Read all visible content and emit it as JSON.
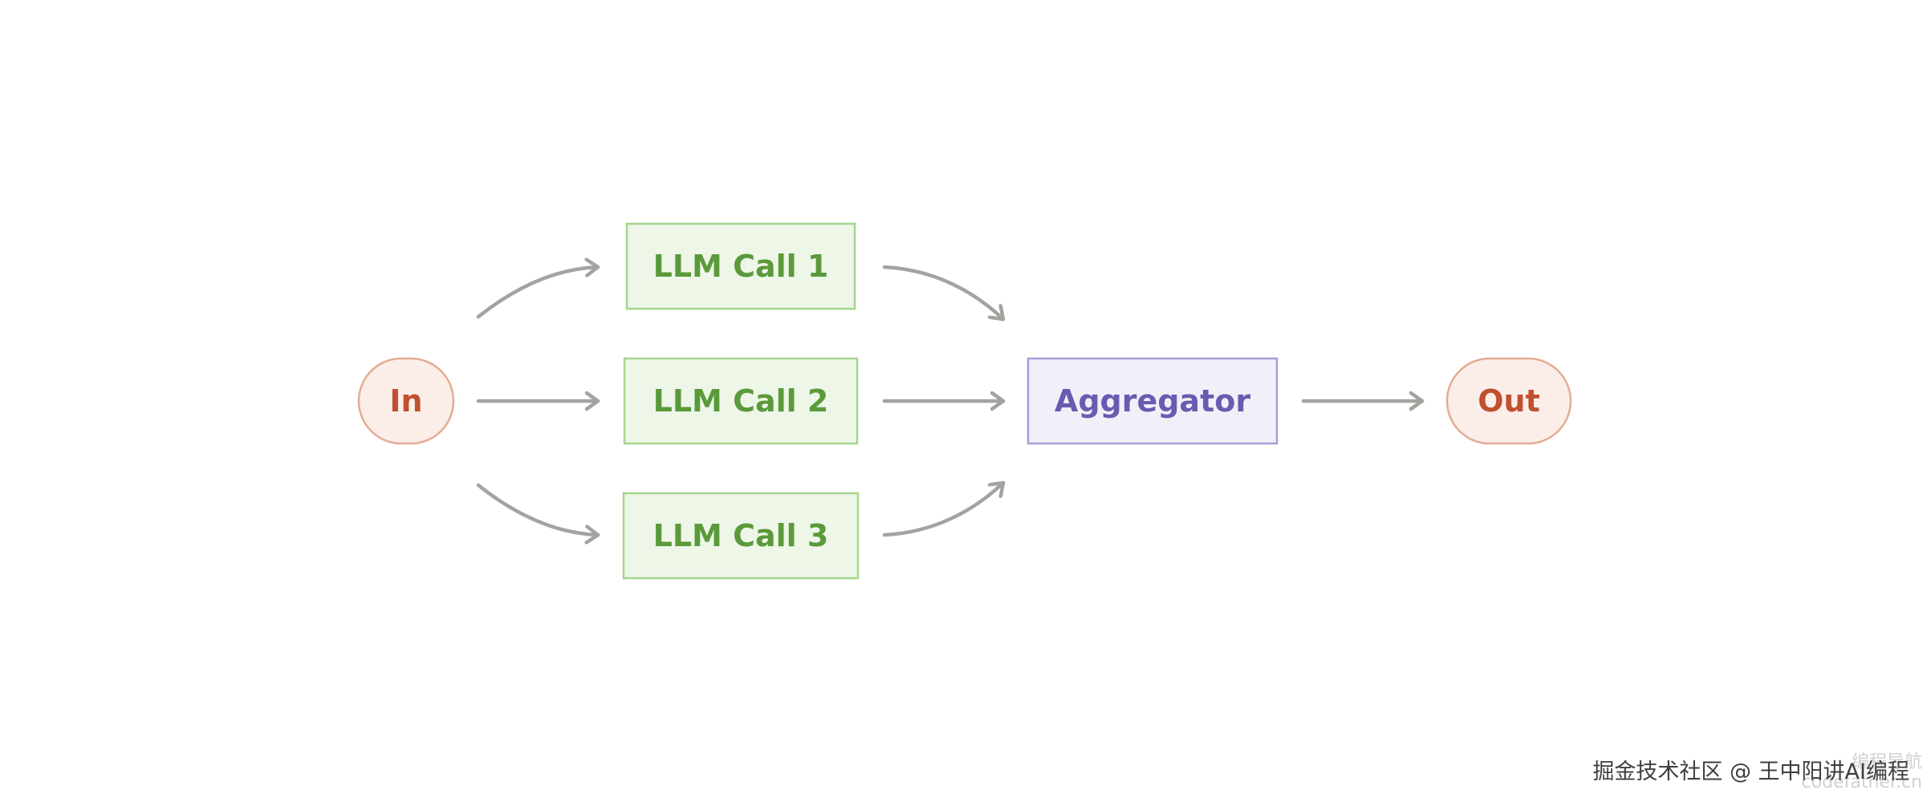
{
  "nodes": {
    "input": {
      "label": "In"
    },
    "llm_call_1": {
      "label": "LLM Call 1"
    },
    "llm_call_2": {
      "label": "LLM Call 2"
    },
    "llm_call_3": {
      "label": "LLM Call 3"
    },
    "aggregator": {
      "label": "Aggregator"
    },
    "output": {
      "label": "Out"
    }
  },
  "edges": [
    {
      "from": "In",
      "to": "LLM Call 1"
    },
    {
      "from": "In",
      "to": "LLM Call 2"
    },
    {
      "from": "In",
      "to": "LLM Call 3"
    },
    {
      "from": "LLM Call 1",
      "to": "Aggregator"
    },
    {
      "from": "LLM Call 2",
      "to": "Aggregator"
    },
    {
      "from": "LLM Call 3",
      "to": "Aggregator"
    },
    {
      "from": "Aggregator",
      "to": "Out"
    }
  ],
  "colors": {
    "terminal_fill": "#fbeee9",
    "terminal_stroke": "#e5ab95",
    "terminal_text": "#c0502f",
    "llm_fill": "#eef6e8",
    "llm_stroke": "#a6d58f",
    "llm_text": "#5a9a3a",
    "aggregator_fill": "#f1f0f9",
    "aggregator_stroke": "#a79ed8",
    "aggregator_text": "#6a5bb0",
    "arrow": "#a3a3a0"
  },
  "watermark": {
    "main": "掘金技术社区 @ 王中阳讲AI编程",
    "sub_top": "编程导航",
    "sub_bottom": "codefather.cn"
  }
}
